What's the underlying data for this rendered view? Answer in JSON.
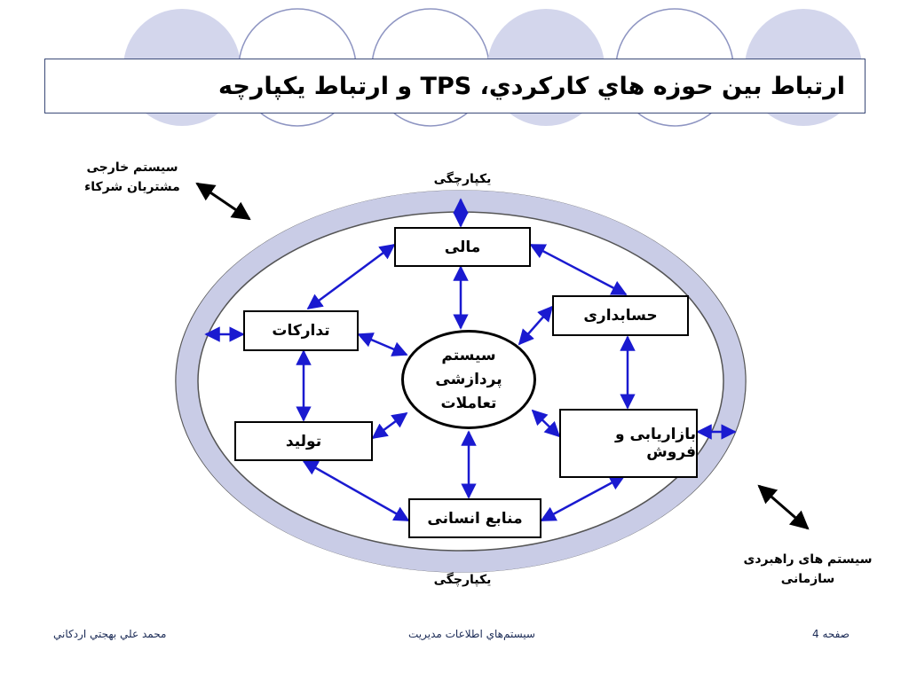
{
  "title": "ارتباط بين حوزه هاي كاركردي، TPS و ارتباط يكپارچه",
  "ring_label_top": "یکپارچگی",
  "ring_label_bottom": "یکپارچگی",
  "nodes": {
    "finance": "مالی",
    "procurement": "تدارکات",
    "accounting": "حسابداری",
    "production": "تولید",
    "marketing": "بازاریابی و فروش",
    "hr": "منابع انسانی",
    "center": "سیستم\nپردازشی\nتعاملات"
  },
  "external_top_left": "سیستم خارجی\nمشتریان شرکاء",
  "external_bottom_right": "سیستم های راهبردی\nسازمانی",
  "footer": {
    "author": "محمد علي بهجتي اردكاني",
    "course": "سيستم‌هاي اطلاعات مديريت",
    "page": "صفحه 4"
  },
  "colors": {
    "arrow": "#1a1ad0",
    "ring": "#c9cce6",
    "title_border": "#3b4a78",
    "circle_fill": "#d3d6ec",
    "circle_line": "#8e95c2"
  }
}
